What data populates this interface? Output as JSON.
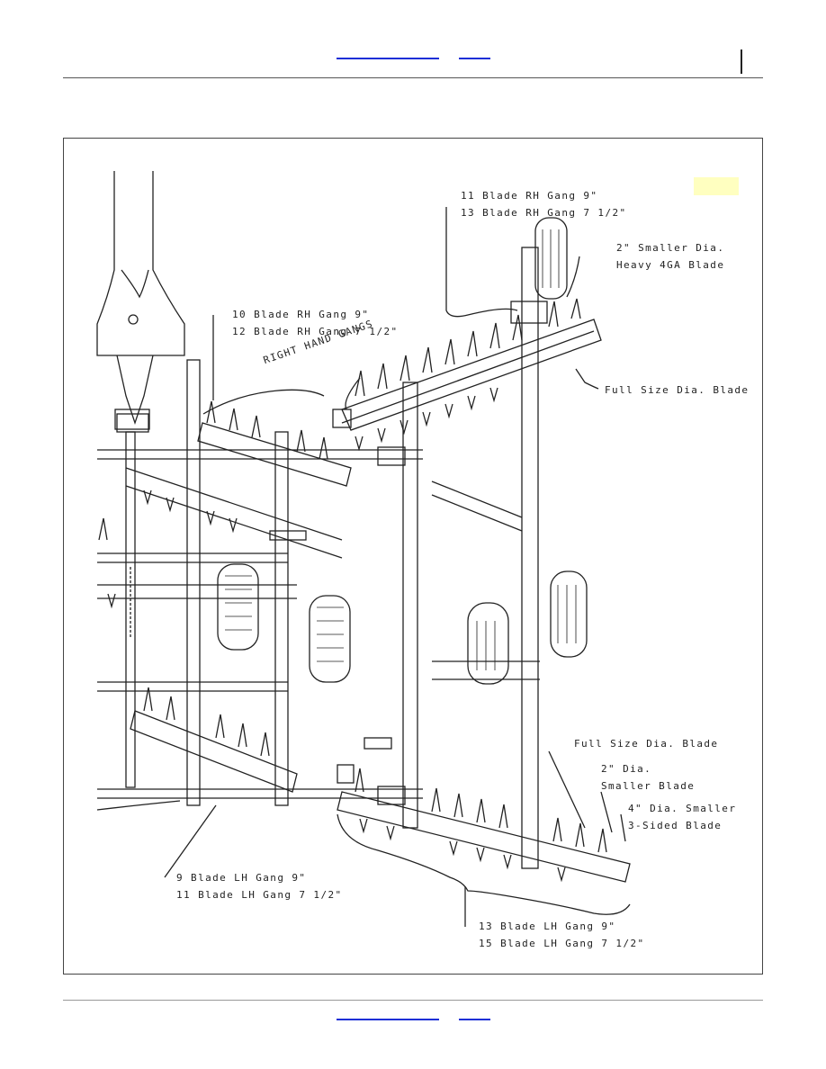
{
  "labels": {
    "rh_gang_outer": [
      "11 Blade RH Gang 9\"",
      "13 Blade RH Gang 7 1/2\""
    ],
    "rh_gang_inner": [
      "10 Blade RH Gang 9\"",
      "12 Blade RH Gang 7 1/2\""
    ],
    "smaller_dia_heavy": [
      "2\" Smaller Dia.",
      "Heavy 4GA Blade"
    ],
    "right_hand_gangs": "RIGHT HAND GANGS",
    "full_size_top": "Full Size Dia. Blade",
    "full_size_bottom": "Full Size Dia. Blade",
    "two_inch_smaller": [
      "2\" Dia.",
      "Smaller Blade"
    ],
    "four_inch_smaller": [
      "4\" Dia. Smaller",
      "3-Sided Blade"
    ],
    "lh_gang_inner": [
      "9 Blade LH Gang 9\"",
      "11 Blade LH Gang 7 1/2\""
    ],
    "lh_gang_outer": [
      "13 Blade LH Gang 9\"",
      "15 Blade LH Gang 7 1/2\""
    ]
  },
  "colors": {
    "link_line": "#1a2fd6",
    "highlight": "#ffffc0",
    "drawing_stroke": "#222222"
  }
}
